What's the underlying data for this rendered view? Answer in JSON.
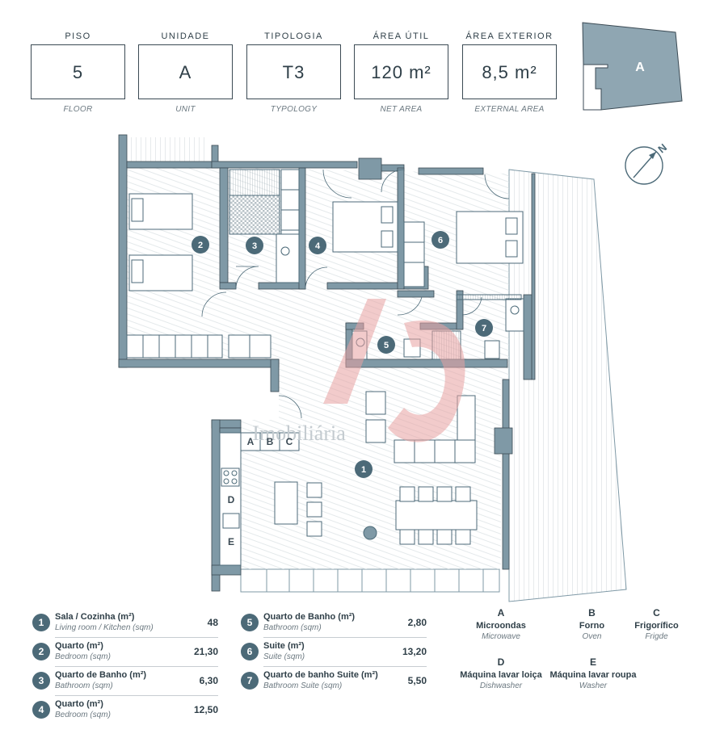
{
  "header": {
    "cells": [
      {
        "label": "PISO",
        "value": "5",
        "sub": "FLOOR"
      },
      {
        "label": "UNIDADE",
        "value": "A",
        "sub": "UNIT"
      },
      {
        "label": "TIPOLOGIA",
        "value": "T3",
        "sub": "TYPOLOGY"
      },
      {
        "label": "ÁREA ÚTIL",
        "value": "120 m²",
        "sub": "NET AREA"
      },
      {
        "label": "ÁREA EXTERIOR",
        "value": "8,5 m²",
        "sub": "EXTERNAL AREA"
      }
    ],
    "key_plan_label": "A"
  },
  "plan": {
    "compass_letter": "N",
    "watermark": "Imobiliária",
    "room_markers": [
      "1",
      "2",
      "3",
      "4",
      "5",
      "6",
      "7"
    ],
    "appliance_letters": [
      "A",
      "B",
      "C",
      "D",
      "E"
    ]
  },
  "legend": {
    "rooms": [
      {
        "num": "1",
        "pt": "Sala / Cozinha (m²)",
        "en": "Living room / Kitchen (sqm)",
        "value": "48"
      },
      {
        "num": "2",
        "pt": "Quarto (m²)",
        "en": "Bedroom (sqm)",
        "value": "21,30"
      },
      {
        "num": "3",
        "pt": "Quarto de Banho (m²)",
        "en": "Bathroom (sqm)",
        "value": "6,30"
      },
      {
        "num": "4",
        "pt": "Quarto (m²)",
        "en": "Bedroom (sqm)",
        "value": "12,50"
      },
      {
        "num": "5",
        "pt": "Quarto de Banho (m²)",
        "en": "Bathroom (sqm)",
        "value": "2,80"
      },
      {
        "num": "6",
        "pt": "Suite (m²)",
        "en": "Suite (sqm)",
        "value": "13,20"
      },
      {
        "num": "7",
        "pt": "Quarto de banho Suite (m²)",
        "en": "Bathroom Suite (sqm)",
        "value": "5,50"
      }
    ],
    "appliances": [
      {
        "key": "A",
        "pt": "Microondas",
        "en": "Microwave"
      },
      {
        "key": "B",
        "pt": "Forno",
        "en": "Oven"
      },
      {
        "key": "C",
        "pt": "Frigorífico",
        "en": "Frigde"
      },
      {
        "key": "D",
        "pt": "Máquina lavar loiça",
        "en": "Dishwasher"
      },
      {
        "key": "E",
        "pt": "Máquina lavar roupa",
        "en": "Washer"
      }
    ]
  },
  "colors": {
    "wall": "#7f99a6",
    "marker": "#4c6a78",
    "floor_hatch": "#cfd6da",
    "terrace_hatch": "#b9c3c8",
    "watermark_red": "#e8a1a1"
  }
}
